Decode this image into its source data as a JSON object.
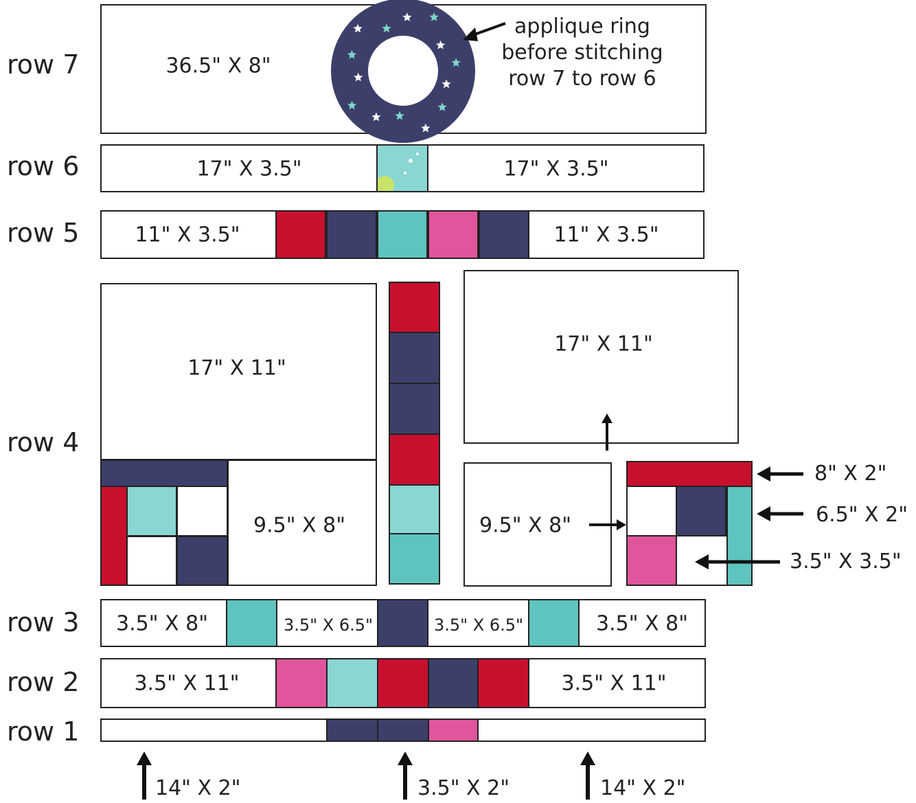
{
  "rows": {
    "row7": {
      "label": "row 7",
      "size": "36.5\" X 8\""
    },
    "row6": {
      "label": "row 6",
      "left": "17\" X 3.5\"",
      "right": "17\" X 3.5\""
    },
    "row5": {
      "label": "row 5",
      "left": "11\" X 3.5\"",
      "right": "11\" X 3.5\""
    },
    "row4": {
      "label": "row 4",
      "left_top": "17\" X 11\"",
      "left_bottom": "9.5\" X 8\"",
      "right_top": "17\" X 11\"",
      "right_bottom": "9.5\" X 8\""
    },
    "row3": {
      "label": "row 3",
      "a": "3.5\" X 8\"",
      "b": "3.5\" X 6.5\"",
      "c": "3.5\" X 6.5\"",
      "d": "3.5\" X 8\""
    },
    "row2": {
      "label": "row 2",
      "left": "3.5\" X 11\"",
      "right": "3.5\" X 11\""
    },
    "row1": {
      "label": "row 1"
    }
  },
  "annotations": {
    "ring_line1": "applique ring",
    "ring_line2": "before stitching",
    "ring_line3": "row 7 to row 6",
    "strip_8x2": "8\" X 2\"",
    "strip_65x2": "6.5\" X 2\"",
    "square_35": "3.5\" X 3.5\"",
    "bottom_left": "14\" X 2\"",
    "bottom_center": "3.5\" X 2\"",
    "bottom_right": "14\" X 2\""
  },
  "colors": {
    "navy": "#3d3f6b",
    "red": "#c8102e",
    "pink": "#e0559b",
    "aqua": "#5fc4bf",
    "aqua_light": "#8ad6d2",
    "star": "#ffffff",
    "star_teal": "#7fd6c8",
    "outline": "#222222"
  }
}
